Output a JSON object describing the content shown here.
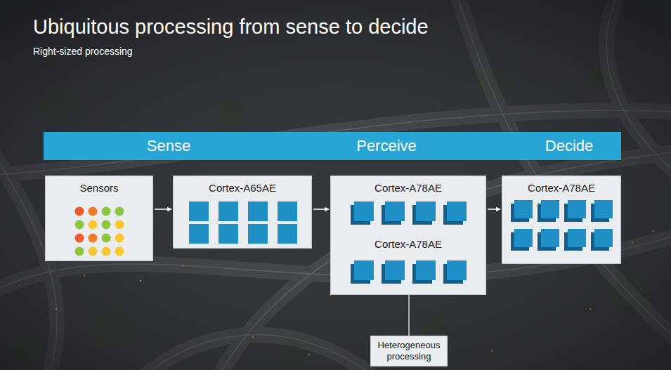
{
  "diagram": {
    "title": "Ubiquitous processing from sense to decide",
    "nodes": [
      {
        "text": [
          "Sense",
          "Perceive",
          "Decide"
        ]
      },
      {
        "text": [
          "Sensors"
        ]
      },
      {
        "text": [
          "Cortex-A65AE"
        ]
      },
      {
        "text": [
          "Cortex-A78AE",
          "Cortex-A78AE"
        ]
      },
      {
        "text": [
          "Heterogeneous processing"
        ]
      },
      {
        "text": [
          "Cortex-A78AE"
        ]
      }
    ],
    "edges": [
      {
        "from": 1,
        "to": 2,
        "arrow": "to"
      },
      {
        "from": 2,
        "to": 3,
        "arrow": "to"
      },
      {
        "from": 3,
        "to": 5,
        "arrow": "to"
      },
      {
        "from": 3,
        "to": 4,
        "arrow": "none"
      }
    ],
    "labels": [
      "Right-sized processing"
    ]
  }
}
